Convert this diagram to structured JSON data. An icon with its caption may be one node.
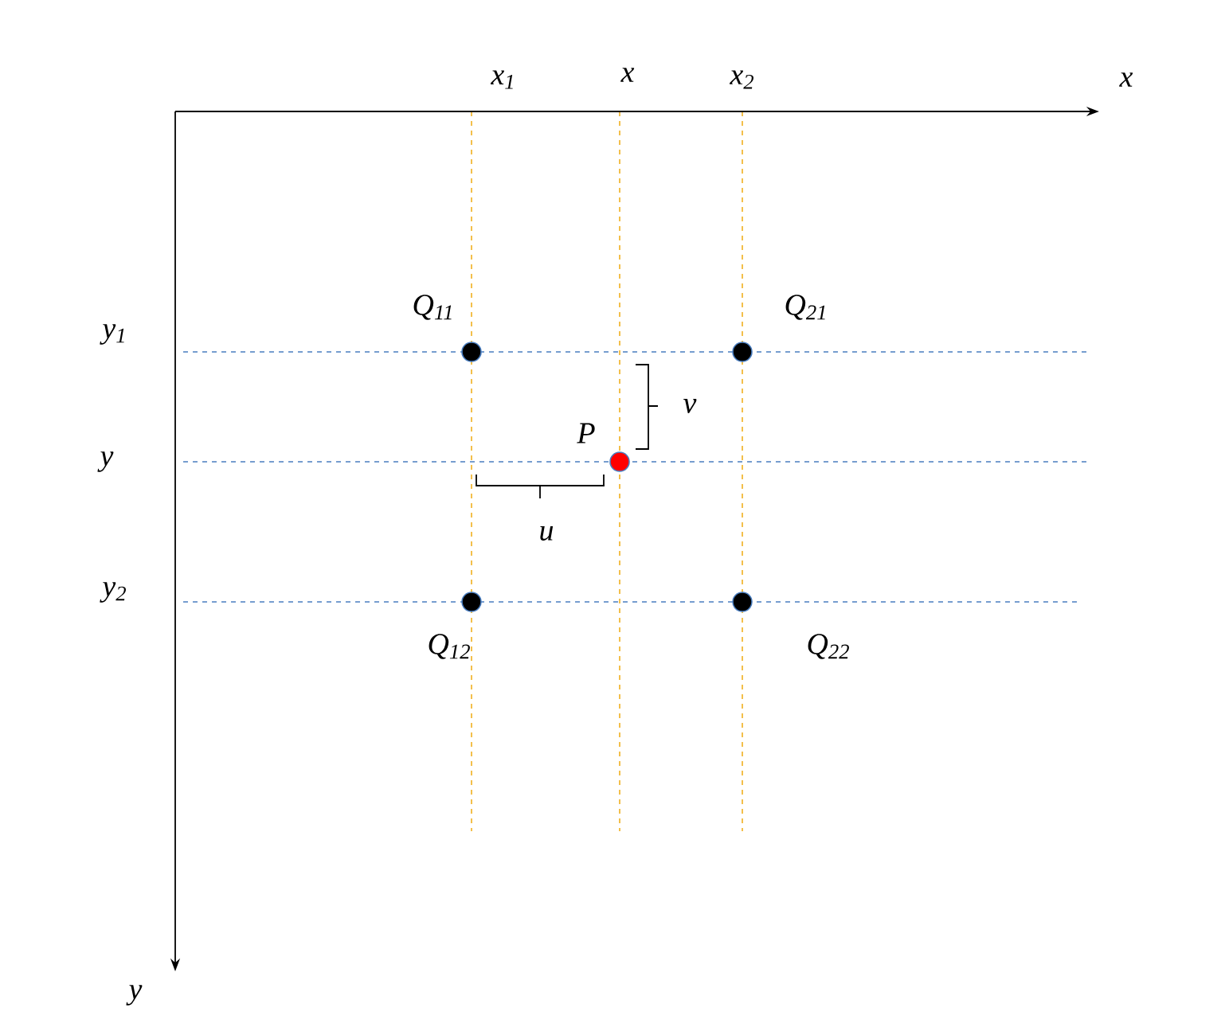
{
  "diagram": {
    "nodes": [
      {
        "text": [],
        "shape": "circle",
        "beside": [
          "Q$_{11}$"
        ]
      },
      {
        "text": [],
        "shape": "circle",
        "beside": [
          "Q$_{21}$"
        ]
      },
      {
        "text": [],
        "shape": "circle",
        "beside": [
          "P"
        ]
      },
      {
        "text": [],
        "shape": "circle",
        "beside": [
          "Q$_{12}$"
        ]
      },
      {
        "text": [],
        "shape": "circle",
        "beside": [
          "Q$_{22}$"
        ]
      }
    ],
    "labels": [
      "x$_{1}$",
      "x",
      "x$_{2}$",
      "x",
      "y$_{1}$",
      "y",
      "v",
      "u",
      "y$_{2}$",
      "y"
    ]
  }
}
